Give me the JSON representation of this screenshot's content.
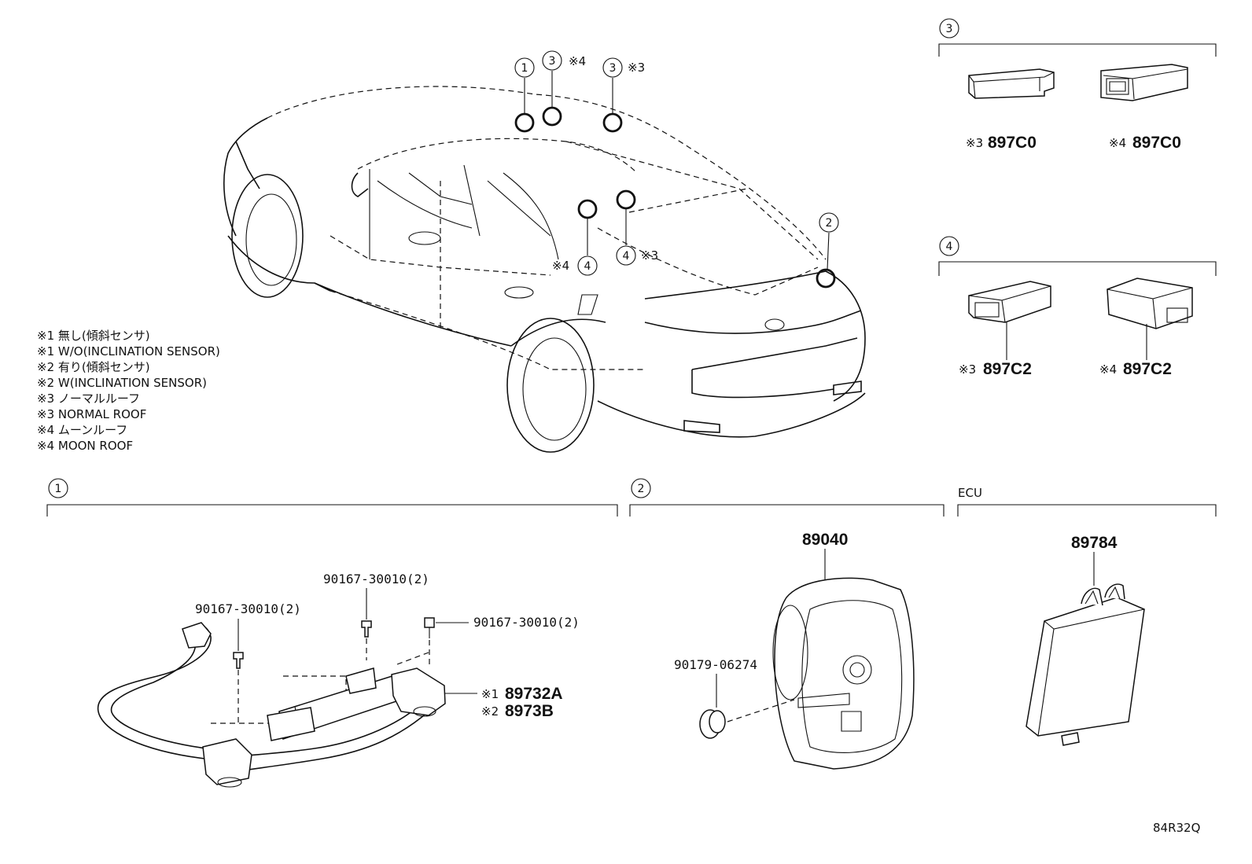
{
  "callouts": {
    "c1": "1",
    "c2": "2",
    "c3": "3",
    "c4": "4",
    "note3": "※3",
    "note4": "※4"
  },
  "legend": [
    "※1 無し(傾斜センサ)",
    "※1 W/O(INCLINATION SENSOR)",
    "※2 有り(傾斜センサ)",
    "※2 W(INCLINATION SENSOR)",
    "※3 ノーマルルーフ",
    "※3 NORMAL ROOF",
    "※4 ムーンルーフ",
    "※4 MOON ROOF"
  ],
  "section3": {
    "number": "3",
    "left": {
      "note": "※3",
      "part": "897C0"
    },
    "right": {
      "note": "※4",
      "part": "897C0"
    }
  },
  "section4": {
    "number": "4",
    "left": {
      "note": "※3",
      "part": "897C2"
    },
    "right": {
      "note": "※4",
      "part": "897C2"
    }
  },
  "section1": {
    "number": "1",
    "bolt_a": "90167-30010(2)",
    "bolt_b": "90167-30010(2)",
    "bolt_c": "90167-30010(2)",
    "part_w_o": {
      "note": "※1",
      "part": "89732A"
    },
    "part_w": {
      "note": "※2",
      "part": "8973B"
    }
  },
  "section2": {
    "number": "2",
    "part": "89040",
    "clip": "90179-06274"
  },
  "ecu": {
    "title": "ECU",
    "part": "89784"
  },
  "figure_code": "84R32Q"
}
